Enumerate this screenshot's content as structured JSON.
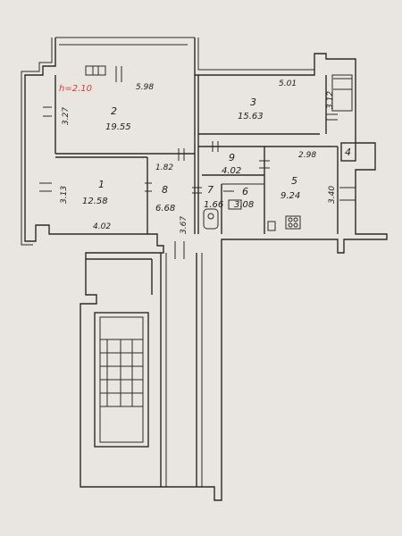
{
  "height_note": "h=2.10",
  "rooms": [
    {
      "number": "1",
      "area": "12.58"
    },
    {
      "number": "2",
      "area": "19.55"
    },
    {
      "number": "3",
      "area": "15.63"
    },
    {
      "number": "4",
      "area": ""
    },
    {
      "number": "5",
      "area": "9.24"
    },
    {
      "number": "6",
      "area": "3.08"
    },
    {
      "number": "7",
      "area": "1.66"
    },
    {
      "number": "8",
      "area": "6.68"
    },
    {
      "number": "9",
      "area": "4.02"
    }
  ],
  "dimensions": {
    "room2_width": "5.98",
    "room2_depth": "3.27",
    "room3_width": "5.01",
    "room3_depth": "3.12",
    "room1_width": "4.02",
    "room1_depth": "3.13",
    "room8_width": "1.82",
    "room8_depth": "3.67",
    "room5_width": "2.98",
    "room5_depth": "3.40"
  }
}
